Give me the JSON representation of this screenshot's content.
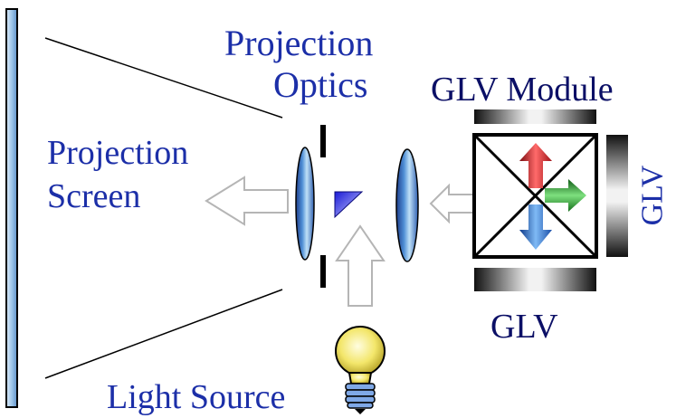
{
  "labels": {
    "projection_optics_line1": "Projection",
    "projection_optics_line2": "Optics",
    "glv_module": "GLV Module",
    "projection_screen_line1": "Projection",
    "projection_screen_line2": "Screen",
    "glv_right": "GLV",
    "glv_bottom": "GLV",
    "light_source": "Light Source"
  },
  "colors": {
    "label_blue": "#1c2fa8",
    "label_dark": "#0b0f66",
    "screen_fill": "#9ec6ea",
    "arrow_red": "#e8323a",
    "arrow_green": "#2fae3a",
    "arrow_blue": "#2f7de0"
  }
}
